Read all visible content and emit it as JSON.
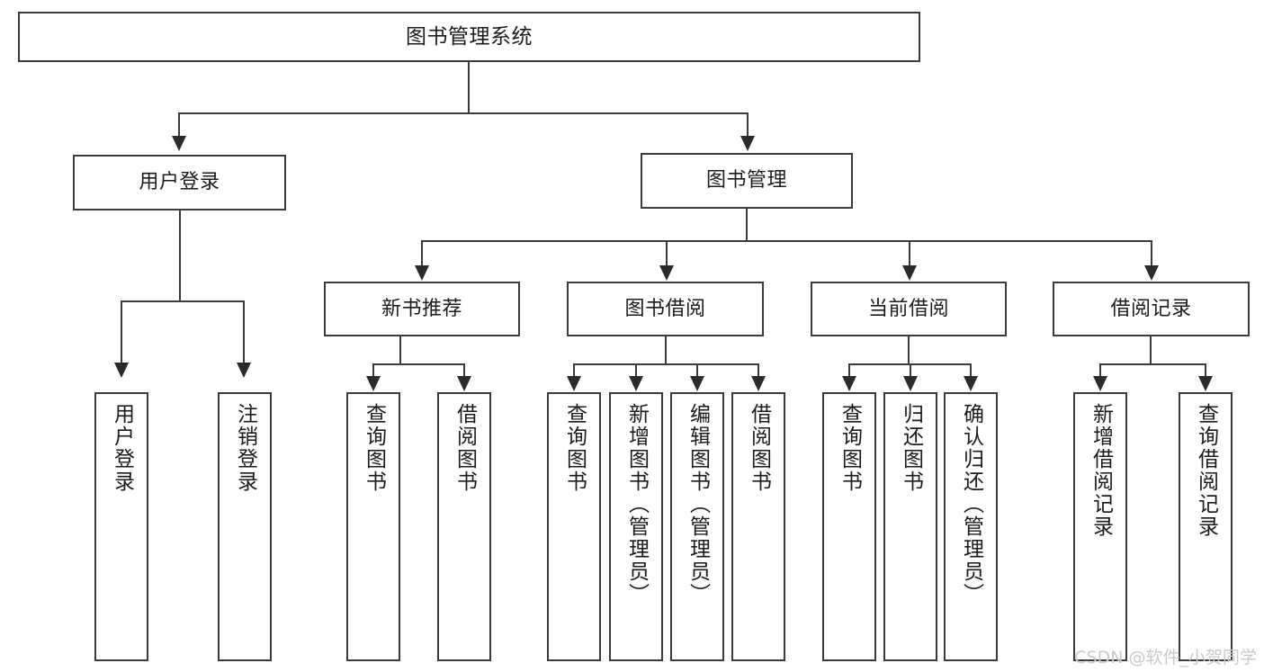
{
  "diagram": {
    "type": "tree-hierarchy-chart",
    "title": "图书管理系统",
    "background_color": "#ffffff",
    "line_color": "#3b3b3b",
    "text_color": "#1b1b1b",
    "root": {
      "label": "图书管理系统"
    },
    "level2": [
      {
        "label": "用户登录"
      },
      {
        "label": "图书管理"
      }
    ],
    "level3": [
      {
        "label": "新书推荐"
      },
      {
        "label": "图书借阅"
      },
      {
        "label": "当前借阅"
      },
      {
        "label": "借阅记录"
      }
    ],
    "leaves": {
      "user_login": [
        {
          "label": "用户登录"
        },
        {
          "label": "注销登录"
        }
      ],
      "new_book_recommend": [
        {
          "label": "查询图书"
        },
        {
          "label": "借阅图书"
        }
      ],
      "book_borrow": [
        {
          "label": "查询图书"
        },
        {
          "label": "新增图书（管理员）"
        },
        {
          "label": "编辑图书（管理员）"
        },
        {
          "label": "借阅图书"
        }
      ],
      "current_borrow": [
        {
          "label": "查询图书"
        },
        {
          "label": "归还图书"
        },
        {
          "label": "确认归还（管理员）"
        }
      ],
      "borrow_record": [
        {
          "label": "新增借阅记录"
        },
        {
          "label": "查询借阅记录"
        }
      ]
    }
  },
  "watermark": {
    "text": "CSDN @软件_小贺同学",
    "color": "#c9c9c9"
  }
}
